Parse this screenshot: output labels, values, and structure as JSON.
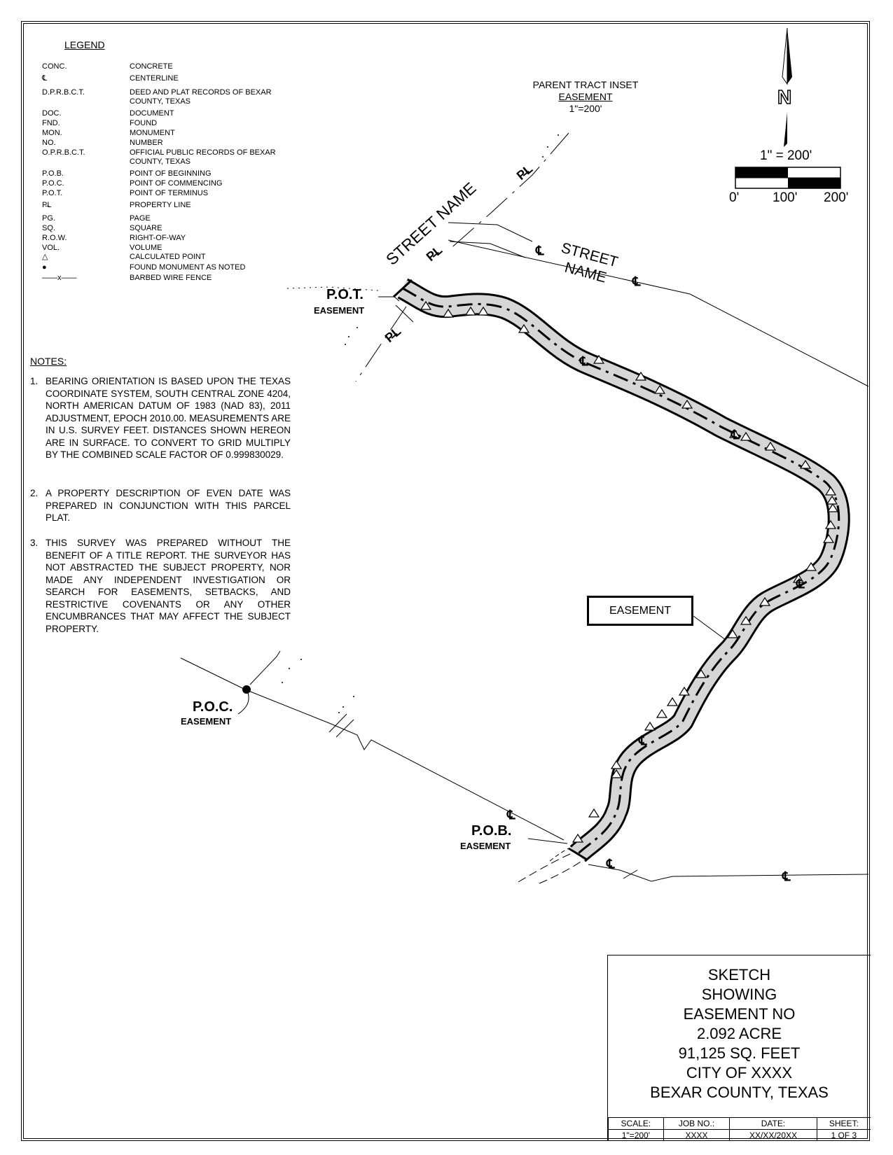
{
  "legend": {
    "title": "LEGEND",
    "items": [
      {
        "abbr": "CONC.",
        "desc": "CONCRETE"
      },
      {
        "abbr": "℄",
        "desc": "CENTERLINE"
      },
      {
        "abbr": "D.P.R.B.C.T.",
        "desc": "DEED AND PLAT RECORDS OF BEXAR COUNTY, TEXAS"
      },
      {
        "abbr": "DOC.",
        "desc": "DOCUMENT"
      },
      {
        "abbr": "FND.",
        "desc": "FOUND"
      },
      {
        "abbr": "MON.",
        "desc": "MONUMENT"
      },
      {
        "abbr": "NO.",
        "desc": "NUMBER"
      },
      {
        "abbr": "O.P.R.B.C.T.",
        "desc": "OFFICIAL PUBLIC RECORDS OF BEXAR COUNTY, TEXAS"
      },
      {
        "abbr": "P.O.B.",
        "desc": "POINT OF BEGINNING"
      },
      {
        "abbr": "P.O.C.",
        "desc": "POINT OF COMMENCING"
      },
      {
        "abbr": "P.O.T.",
        "desc": "POINT OF TERMINUS"
      },
      {
        "abbr": "P̶L",
        "desc": "PROPERTY LINE"
      },
      {
        "abbr": "PG.",
        "desc": "PAGE"
      },
      {
        "abbr": "SQ.",
        "desc": "SQUARE"
      },
      {
        "abbr": "R.O.W.",
        "desc": "RIGHT-OF-WAY"
      },
      {
        "abbr": "VOL.",
        "desc": "VOLUME"
      },
      {
        "abbr": "△",
        "desc": "CALCULATED POINT"
      },
      {
        "abbr": "●",
        "desc": "FOUND MONUMENT AS NOTED"
      },
      {
        "abbr": "——x——",
        "desc": "BARBED WIRE FENCE"
      }
    ]
  },
  "notes": {
    "title": "NOTES:",
    "items": [
      {
        "num": "1.",
        "text": "BEARING ORIENTATION IS BASED UPON THE TEXAS COORDINATE SYSTEM, SOUTH CENTRAL ZONE 4204, NORTH AMERICAN DATUM OF 1983 (NAD 83), 2011 ADJUSTMENT, EPOCH 2010.00. MEASUREMENTS ARE IN U.S. SURVEY FEET. DISTANCES SHOWN HEREON ARE IN SURFACE. TO CONVERT TO GRID MULTIPLY BY THE COMBINED SCALE FACTOR OF 0.999830029."
      },
      {
        "num": "2.",
        "text": "A PROPERTY DESCRIPTION OF EVEN DATE WAS PREPARED IN CONJUNCTION WITH THIS PARCEL PLAT."
      },
      {
        "num": "3.",
        "text": "THIS SURVEY WAS PREPARED WITHOUT THE BENEFIT OF A TITLE REPORT. THE SURVEYOR HAS NOT ABSTRACTED THE SUBJECT PROPERTY, NOR MADE ANY INDEPENDENT INVESTIGATION OR SEARCH FOR EASEMENTS, SETBACKS, AND RESTRICTIVE COVENANTS OR ANY OTHER ENCUMBRANCES THAT MAY AFFECT THE SUBJECT PROPERTY."
      }
    ]
  },
  "inset": {
    "title": "PARENT TRACT INSET",
    "subtitle": "EASEMENT",
    "scale": "1\"=200'"
  },
  "scale_bar": {
    "label": "1\" = 200'",
    "ticks": [
      "0'",
      "100'",
      "200'"
    ],
    "north": "N"
  },
  "map": {
    "street_diag": "STREET NAME",
    "street_right_1": "STREET",
    "street_right_2": "NAME",
    "pot": "P.O.T.",
    "pot_sub": "EASEMENT",
    "poc": "P.O.C.",
    "poc_sub": "EASEMENT",
    "pob": "P.O.B.",
    "pob_sub": "EASEMENT",
    "easement_callout": "EASEMENT",
    "centerline_symbol": "℄",
    "property_line_symbol": "P̶L"
  },
  "title_block": {
    "lines": [
      "SKETCH",
      "SHOWING",
      "EASEMENT NO",
      "2.092 ACRE",
      "91,125 SQ. FEET",
      "CITY OF XXXX",
      "BEXAR COUNTY, TEXAS"
    ],
    "headers": [
      "SCALE:",
      "JOB NO.:",
      "DATE:",
      "SHEET:"
    ],
    "values": [
      "1\"=200'",
      "XXXX",
      "XX/XX/20XX",
      "1 OF 3"
    ]
  }
}
